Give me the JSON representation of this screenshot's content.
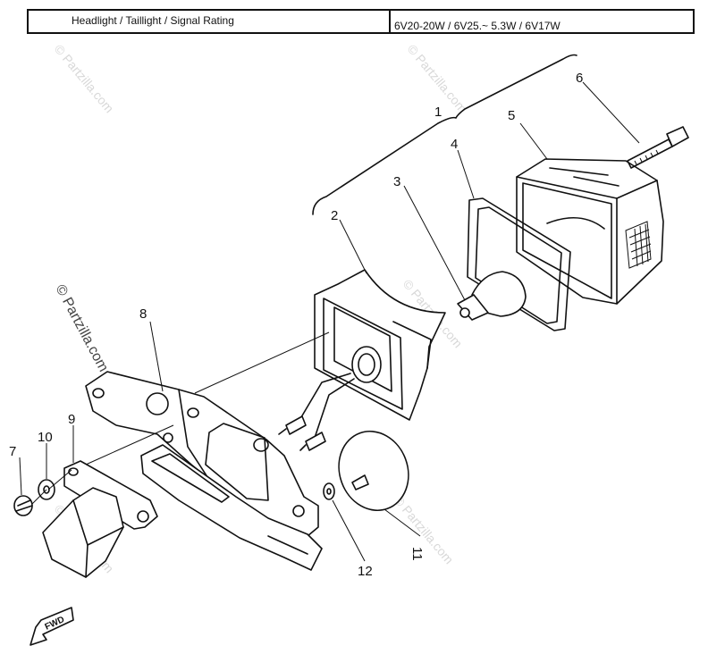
{
  "spec_table": {
    "label": "Headlight / Taillight / Signal Rating",
    "value": "6V20-20W / 6V25.~ 5.3W / 6V17W"
  },
  "callouts": {
    "c1": "1",
    "c2": "2",
    "c3": "3",
    "c4": "4",
    "c5": "5",
    "c6": "6",
    "c7": "7",
    "c8": "8",
    "c9": "9",
    "c10": "10",
    "c11": "11",
    "c12": "12"
  },
  "watermark": {
    "text": "© Partzilla.com",
    "color": "#d8d8d8"
  },
  "direction_badge": "FWD"
}
